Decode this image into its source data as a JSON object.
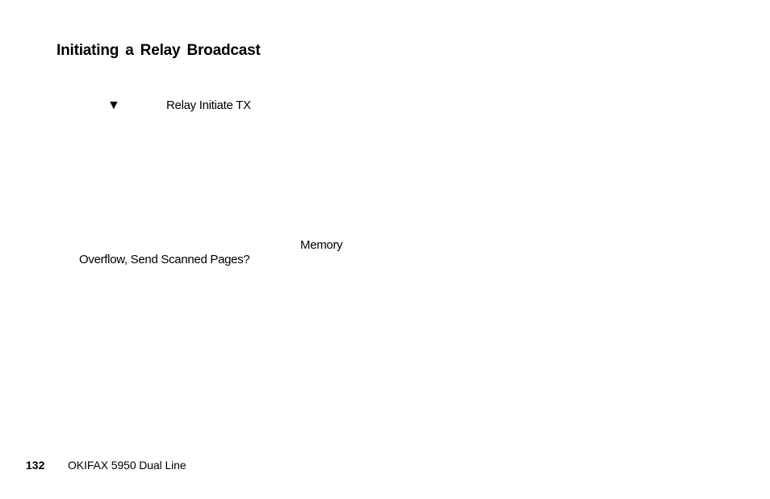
{
  "section": {
    "heading": "Initiating a Relay Broadcast"
  },
  "step": {
    "arrow_glyph": "▼",
    "menu_text": "Relay Initiate TX"
  },
  "message": {
    "line1": "Memory",
    "line2": "Overflow, Send Scanned Pages?"
  },
  "footer": {
    "page_number": "132",
    "title": "OKIFAX 5950 Dual Line"
  }
}
